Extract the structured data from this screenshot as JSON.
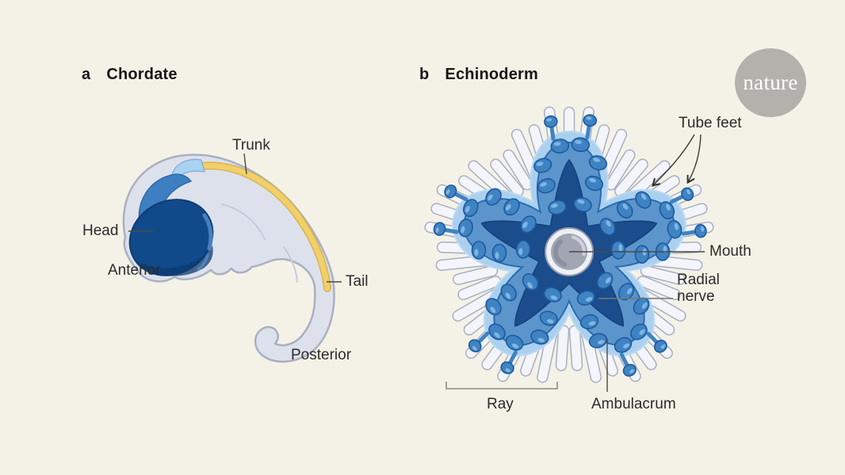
{
  "logo": {
    "text": "nature"
  },
  "panel_a": {
    "letter": "a",
    "title": "Chordate",
    "labels": {
      "trunk": "Trunk",
      "head": "Head",
      "anterior": "Anterior",
      "tail": "Tail",
      "posterior": "Posterior"
    }
  },
  "panel_b": {
    "letter": "b",
    "title": "Echinoderm",
    "labels": {
      "tube_feet": "Tube feet",
      "mouth": "Mouth",
      "radial_nerve": "Radial nerve",
      "ray": "Ray",
      "ambulacrum": "Ambulacrum"
    }
  },
  "colors": {
    "cream": "#f4f2e7",
    "ink": "#161616",
    "label": "#2b2b2b",
    "leader": "#4a4a44",
    "bracket": "#8a8a80",
    "navy": "#1b4c8c",
    "midblue": "#5b95cc",
    "lightblue": "#abd0ef",
    "blob": "#3f83c3",
    "blobStroke": "#1c5a9e",
    "blobHighlight": "#83b7e4",
    "fringeFill": "#f4f5fa",
    "fringeStroke": "#a8afc2",
    "bodyFill": "#dde1eb",
    "bodyStroke": "#a9b0c3",
    "yellow": "#f1cf6b",
    "yellowEdge": "#d9b54e",
    "headNavy": "#114a8b",
    "headMid": "#3d7fc1",
    "headLight": "#a9d2f0",
    "mouthGray": "#a1a6b2",
    "mouthRing": "#eef0f5",
    "logoGray": "#b3b1ac"
  }
}
